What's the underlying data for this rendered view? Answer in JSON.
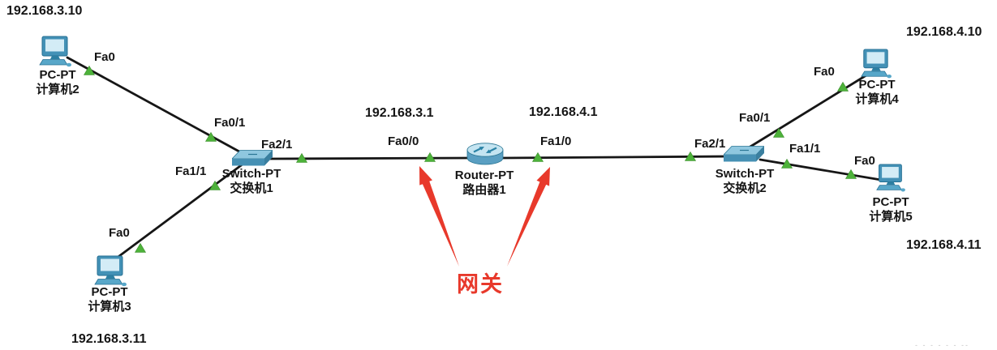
{
  "canvas": {
    "title": "network-topology"
  },
  "colors": {
    "background": "#ffffff",
    "link": "#161616",
    "port_up_green": "#4db23a",
    "annotation_red": "#e8392b",
    "text": "#151515",
    "device_teal": "#4691b6"
  },
  "devices": {
    "pc2": {
      "model": "PC-PT",
      "name": "计算机2"
    },
    "pc3": {
      "model": "PC-PT",
      "name": "计算机3"
    },
    "pc4": {
      "model": "PC-PT",
      "name": "计算机4"
    },
    "pc5": {
      "model": "PC-PT",
      "name": "计算机5"
    },
    "switch1": {
      "model": "Switch-PT",
      "name": "交换机1"
    },
    "switch2": {
      "model": "Switch-PT",
      "name": "交换机2"
    },
    "router1": {
      "model": "Router-PT",
      "name": "路由器1"
    }
  },
  "ip_labels": {
    "pc2": "192.168.3.10",
    "pc3": "192.168.3.11",
    "pc4": "192.168.4.10",
    "pc5": "192.168.4.11",
    "router_left": "192.168.3.1",
    "router_right": "192.168.4.1"
  },
  "port_labels": {
    "pc2_fa0": "Fa0",
    "pc3_fa0": "Fa0",
    "pc4_fa0": "Fa0",
    "pc5_fa0": "Fa0",
    "sw1_fa01": "Fa0/1",
    "sw1_fa11": "Fa1/1",
    "sw1_fa21": "Fa2/1",
    "router_fa00": "Fa0/0",
    "router_fa10": "Fa1/0",
    "sw2_fa21": "Fa2/1",
    "sw2_fa01": "Fa0/1",
    "sw2_fa11": "Fa1/1"
  },
  "annotation": {
    "gateway": "网关"
  },
  "watermark": "- - - - - - --"
}
